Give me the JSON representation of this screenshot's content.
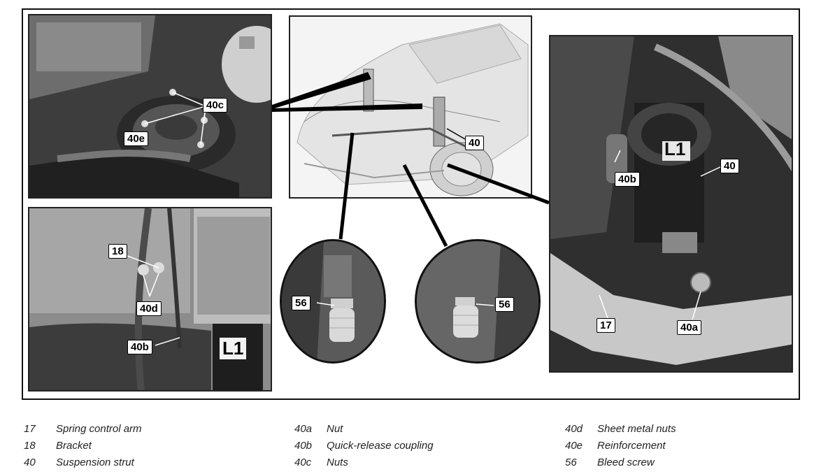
{
  "callouts": {
    "p1_40c": "40c",
    "p1_40e": "40e",
    "p2_18": "18",
    "p2_40d": "40d",
    "p2_40b": "40b",
    "overview_40": "40",
    "c1_56": "56",
    "c2_56": "56",
    "p3_40b": "40b",
    "p3_40": "40",
    "p3_17": "17",
    "p3_40a": "40a"
  },
  "photo_labels": {
    "strut_mark_bottom": "L1",
    "strut_mark_right": "L1"
  },
  "legend": [
    [
      {
        "code": "17",
        "text": "Spring control arm"
      },
      {
        "code": "18",
        "text": "Bracket"
      },
      {
        "code": "40",
        "text": "Suspension strut"
      }
    ],
    [
      {
        "code": "40a",
        "text": "Nut"
      },
      {
        "code": "40b",
        "text": "Quick-release coupling"
      },
      {
        "code": "40c",
        "text": "Nuts"
      }
    ],
    [
      {
        "code": "40d",
        "text": "Sheet metal nuts"
      },
      {
        "code": "40e",
        "text": "Reinforcement"
      },
      {
        "code": "56",
        "text": "Bleed screw"
      }
    ]
  ]
}
